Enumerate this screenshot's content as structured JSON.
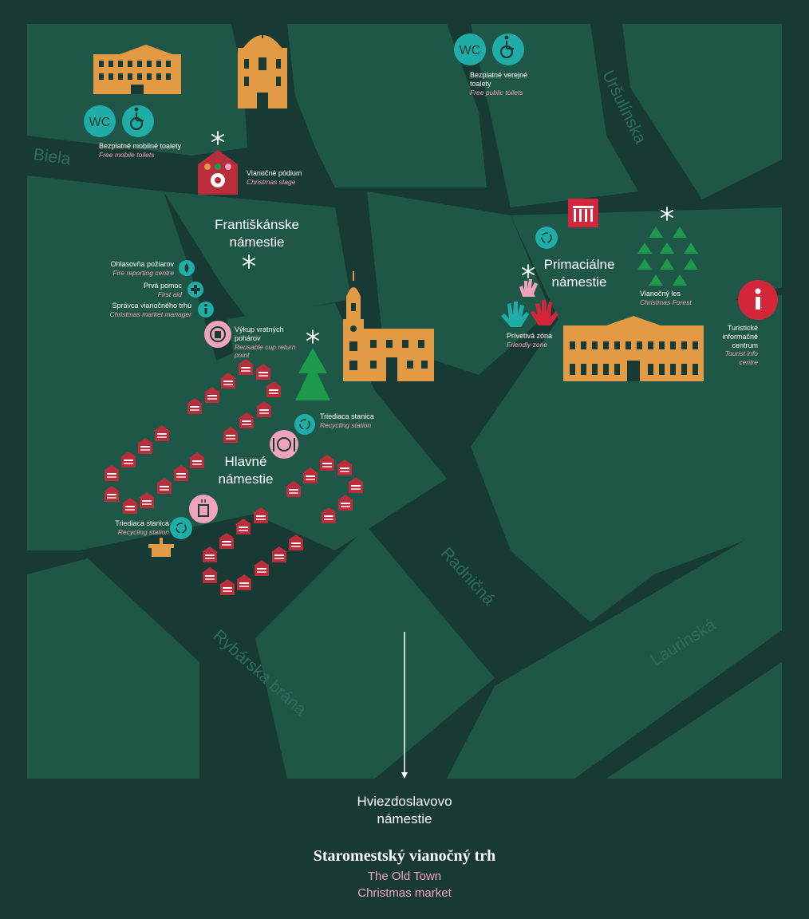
{
  "colors": {
    "background": "#173b34",
    "block": "#1e5747",
    "building": "#e39a45",
    "teal": "#20ada7",
    "pink": "#f2a3bc",
    "red": "#d4263a",
    "stall": "#b92e3a",
    "tree": "#1e9a4d",
    "street_text": "#2f6b5e"
  },
  "streets": {
    "biela": "Biela",
    "ursulinska": "Uršulínska",
    "radnicna": "Radničná",
    "laurinska": "Laurinská",
    "rybarska_brana": "Rybárska brána"
  },
  "squares": {
    "frantiskanske": "Františkánske námestie",
    "primacialne": "Primaciálne námestie",
    "hlavne": "Hlavné námestie",
    "hviezdoslavovo": "Hviezdoslavovo námestie"
  },
  "icons": {
    "wc": "WC"
  },
  "points": {
    "toilets_mobile": {
      "sk": "Bezplatné mobilné toalety",
      "en": "Free mobile toilets"
    },
    "toilets_public": {
      "sk": "Bezplatné verejné toalety",
      "en": "Free public toilets"
    },
    "stage": {
      "sk": "Vianočné pódium",
      "en": "Christmas stage"
    },
    "fire": {
      "sk": "Ohlasovňa požiarov",
      "en": "Fire reporting centre"
    },
    "first_aid": {
      "sk": "Prvá pomoc",
      "en": "First aid"
    },
    "manager": {
      "sk": "Správca vianočného trhu",
      "en": "Christmas market manager"
    },
    "cup_return": {
      "sk": "Výkup vratných pohárov",
      "en": "Reusable cup return point"
    },
    "recycling_1": {
      "sk": "Triediaca stanica",
      "en": "Recycling station"
    },
    "recycling_2": {
      "sk": "Triediaca stanica",
      "en": "Recycling station"
    },
    "friendly": {
      "sk": "Prívetivá zóna",
      "en": "Friendly zone"
    },
    "forest": {
      "sk": "Vianočný les",
      "en": "Christmas Forest"
    },
    "tourist_info": {
      "sk": "Turistické informačné centrum",
      "en": "Tourist info centre"
    }
  },
  "market": {
    "title": "Staromestský vianočný trh",
    "subtitle_line1": "The Old Town",
    "subtitle_line2": "Christmas market"
  }
}
